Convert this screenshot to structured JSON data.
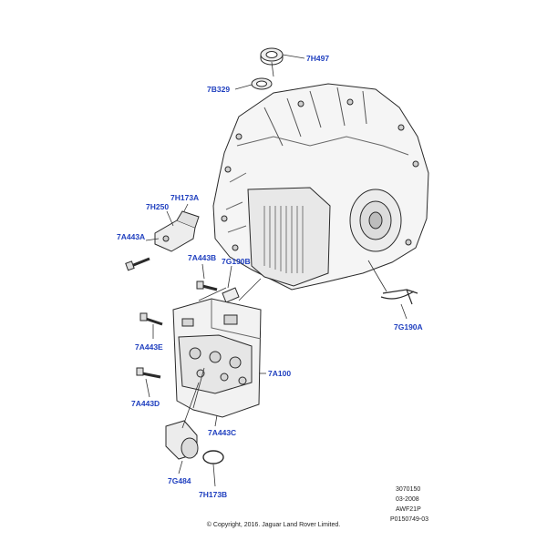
{
  "colors": {
    "callout": "#1f3fbf",
    "line": "#333333",
    "part_fill": "#f4f4f4",
    "part_stroke": "#2a2a2a"
  },
  "callouts": {
    "c_7H497": "7H497",
    "c_7B329": "7B329",
    "c_7H173A": "7H173A",
    "c_7H250": "7H250",
    "c_7A443A": "7A443A",
    "c_7A443B": "7A443B",
    "c_7G190B": "7G190B",
    "c_7A443E": "7A443E",
    "c_7A100": "7A100",
    "c_7A443D": "7A443D",
    "c_7A443C": "7A443C",
    "c_7G484": "7G484",
    "c_7H173B": "7H173B",
    "c_7G190A": "7G190A"
  },
  "meta": {
    "code1": "3070150",
    "date": "03-2008",
    "model": "AWF21P",
    "ref": "P0150749-03",
    "copyright": "© Copyright, 2016. Jaguar Land Rover Limited."
  },
  "parts": {
    "transmission": "transmission-assembly",
    "valve_body": "valve-body-assembly",
    "seal_outer": "oil-seal",
    "seal_inner": "seal-ring",
    "bracket": "sensor-bracket",
    "solenoid": "solenoid",
    "clip": "retaining-clip",
    "o_ring": "o-ring"
  }
}
